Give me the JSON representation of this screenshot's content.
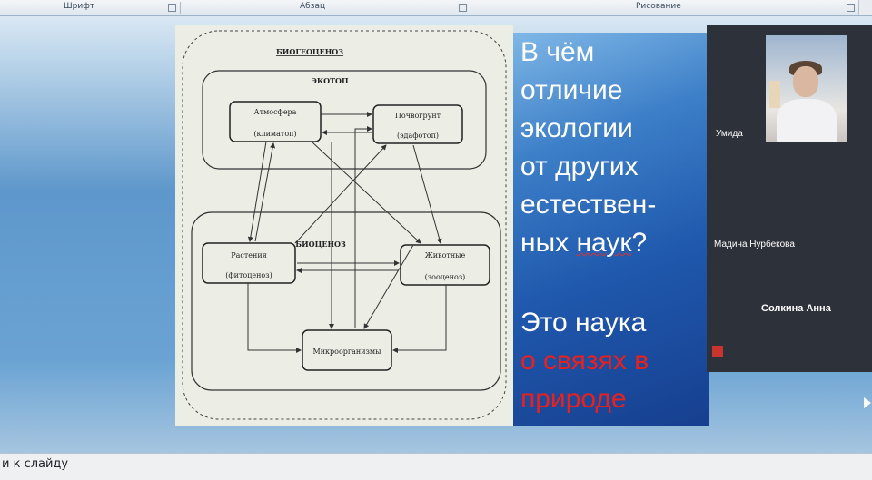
{
  "ribbon": {
    "group_font": "Шрифт",
    "group_paragraph": "Абзац",
    "group_drawing": "Рисование"
  },
  "diagram": {
    "title": "БИОГЕОЦЕНОЗ",
    "ecotop": "ЭКОТОП",
    "biocenosis": "БИОЦЕНОЗ",
    "atmosphere": "Атмосфера",
    "climatop": "(климатоп)",
    "soil": "Почвогрунт",
    "edaphotop": "(эдафотоп)",
    "plants": "Растения",
    "phytocenosis": "(фитоценоз)",
    "animals": "Животные",
    "zoocenosis": "(зооценоз)",
    "microorganisms": "Микроорганизмы"
  },
  "slide_text": {
    "line1": "В чём",
    "line2": "отличие",
    "line3": "экологии",
    "line4": "от других",
    "line5": "естествен-",
    "line6a": "ных ",
    "line6b": "наук",
    "line6c": "?",
    "answer1": "Это наука",
    "answer2": "о связях в",
    "answer3": "природе"
  },
  "participants": {
    "p1": "Умида",
    "p2": "Мадина Нурбекова",
    "p3": "Солкина Анна"
  },
  "status_bar": {
    "text": "и к слайду"
  },
  "colors": {
    "slide_blue": "#1f58ad",
    "answer_red": "#e8201e",
    "video_bg": "#2d3139"
  }
}
